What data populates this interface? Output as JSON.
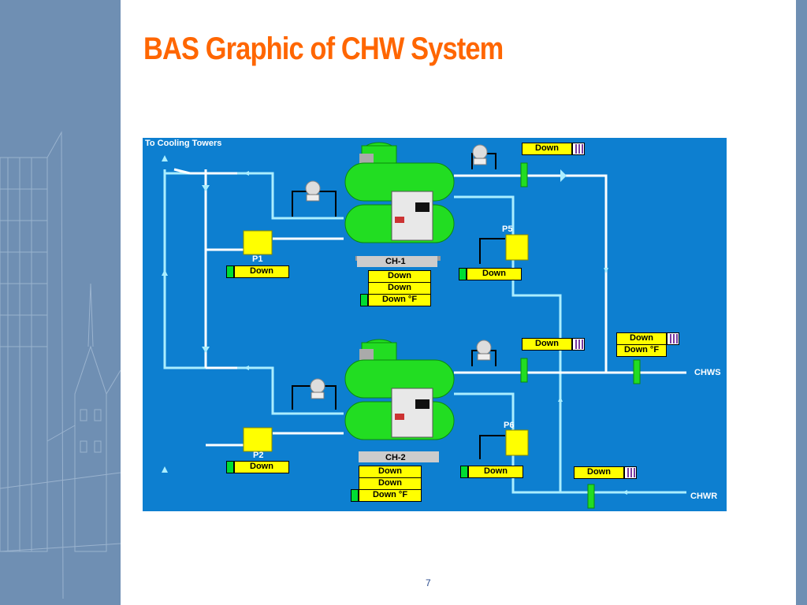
{
  "slide": {
    "title": "BAS Graphic of CHW System",
    "page_number": "7"
  },
  "diagram": {
    "tower_label": "To Cooling Towers",
    "chws_label": "CHWS",
    "chwr_label": "CHWR",
    "chillers": [
      {
        "name": "CH-1",
        "status": [
          "Down",
          "Down",
          "Down °F"
        ]
      },
      {
        "name": "CH-2",
        "status": [
          "Down",
          "Down",
          "Down °F"
        ]
      }
    ],
    "pumps": [
      {
        "name": "P1",
        "status": "Down"
      },
      {
        "name": "P2",
        "status": "Down"
      },
      {
        "name": "P5",
        "status": "Down"
      },
      {
        "name": "P6",
        "status": "Down"
      }
    ],
    "valves": {
      "ch1_supply": "Down",
      "ch2_supply": "Down",
      "chwr": "Down"
    },
    "chws_sensor": [
      "Down",
      "Down °F"
    ]
  },
  "colors": {
    "title": "#ff6600",
    "diagram_bg": "#0d7fd0",
    "equipment": "#22dd22",
    "pump": "#ffff00",
    "pipe": "#ffffff"
  }
}
